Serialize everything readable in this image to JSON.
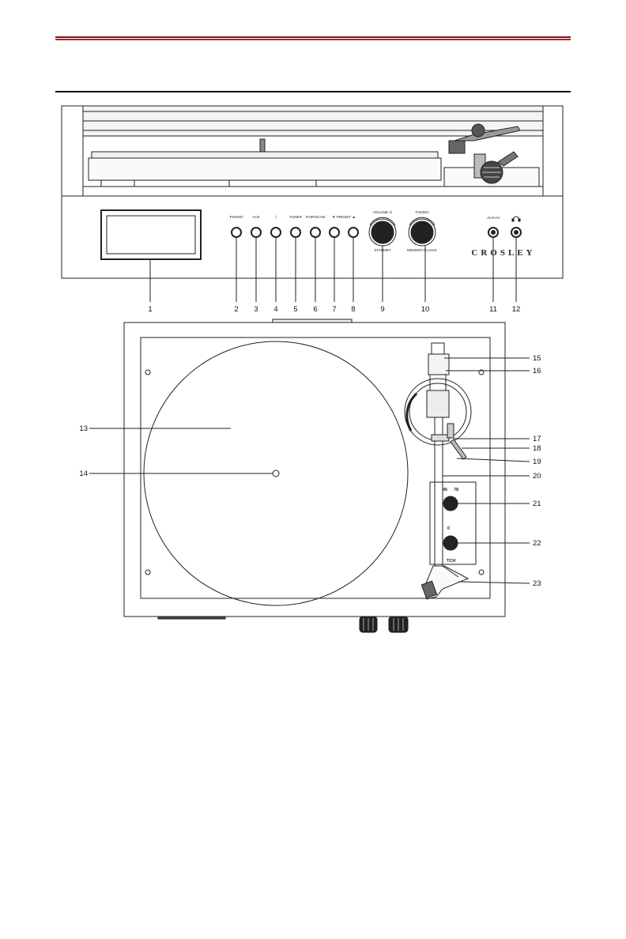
{
  "header": {
    "rule_color": "#7a1418"
  },
  "front_panel": {
    "button_labels": {
      "phono": "PHONO",
      "aux": "AUX",
      "bt": "ᛒ",
      "tuner": "TUNER",
      "pairscan": "PAIR/SCAN",
      "preset": "▼ PRESET ▲"
    },
    "volume_label": "VOLUME ⏻",
    "standby_label": "STANDBY",
    "tuning_label": "TUNING",
    "memory_label": "MEMORY/CLOCK",
    "auxin_label": "AUX-IN",
    "headphone_icon": "headphone-icon",
    "brand": "CROSLEY"
  },
  "top_view": {
    "speed_labels": [
      "45",
      "78"
    ],
    "pitch_label": "TCH",
    "pitch_zero": "0"
  },
  "callouts": {
    "front": [
      "1",
      "2",
      "3",
      "4",
      "5",
      "6",
      "7",
      "8",
      "9",
      "10",
      "11",
      "12"
    ],
    "top": [
      "13",
      "14",
      "15",
      "16",
      "17",
      "18",
      "19",
      "20",
      "21",
      "22",
      "23"
    ]
  }
}
